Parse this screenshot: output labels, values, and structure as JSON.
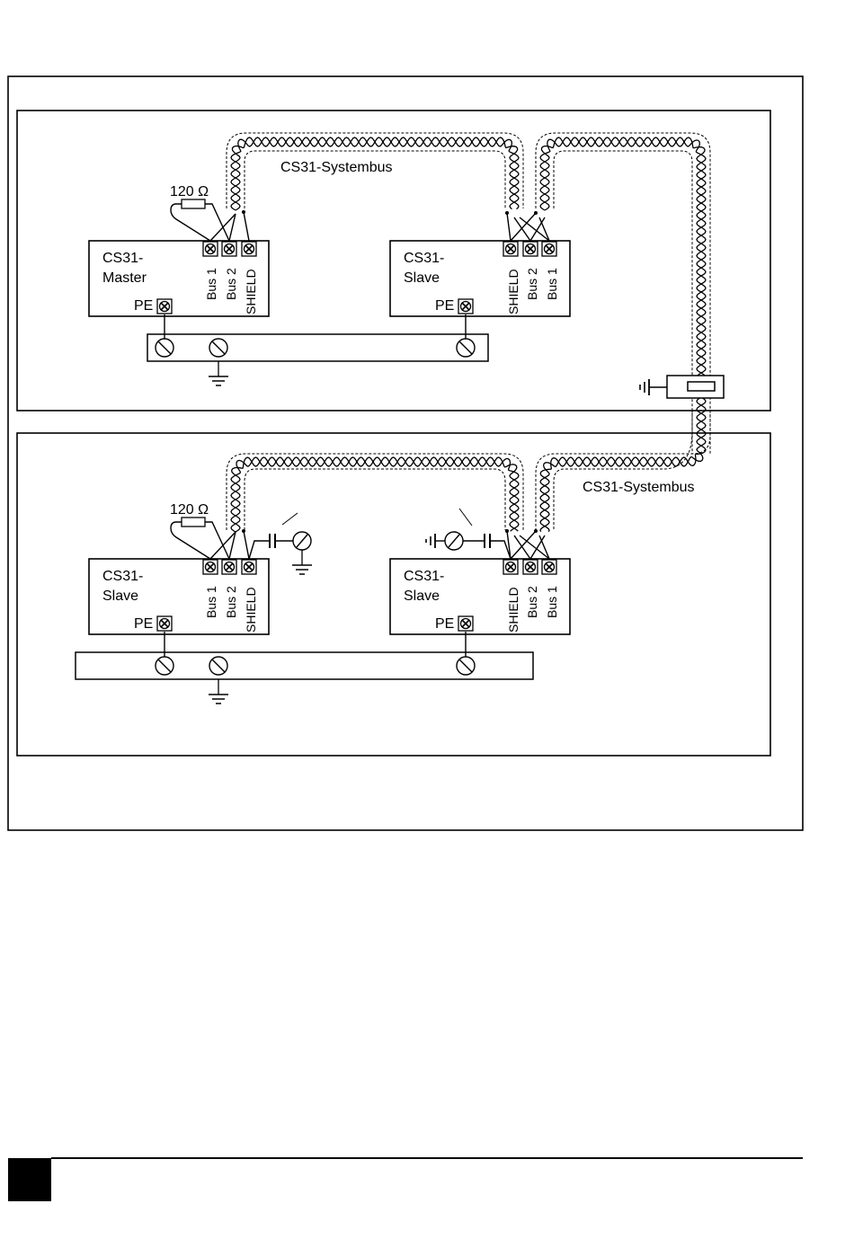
{
  "bus_label": "CS31-Systembus",
  "resistor_label": "120 Ω",
  "pe_label": "PE",
  "devices": [
    {
      "line1": "CS31-",
      "line2": "Master",
      "terminals": [
        "Bus 1",
        "Bus 2",
        "SHIELD"
      ]
    },
    {
      "line1": "CS31-",
      "line2": "Slave",
      "terminals": [
        "SHIELD",
        "Bus 2",
        "Bus 1"
      ]
    },
    {
      "line1": "CS31-",
      "line2": "Slave",
      "terminals": [
        "Bus 1",
        "Bus 2",
        "SHIELD"
      ]
    },
    {
      "line1": "CS31-",
      "line2": "Slave",
      "terminals": [
        "SHIELD",
        "Bus 2",
        "Bus 1"
      ]
    }
  ],
  "icons": [
    "terminal-screw-icon",
    "resistor-icon",
    "ground-icon",
    "capacitor-icon",
    "spark-gap-icon",
    "cable-clamp-icon"
  ]
}
